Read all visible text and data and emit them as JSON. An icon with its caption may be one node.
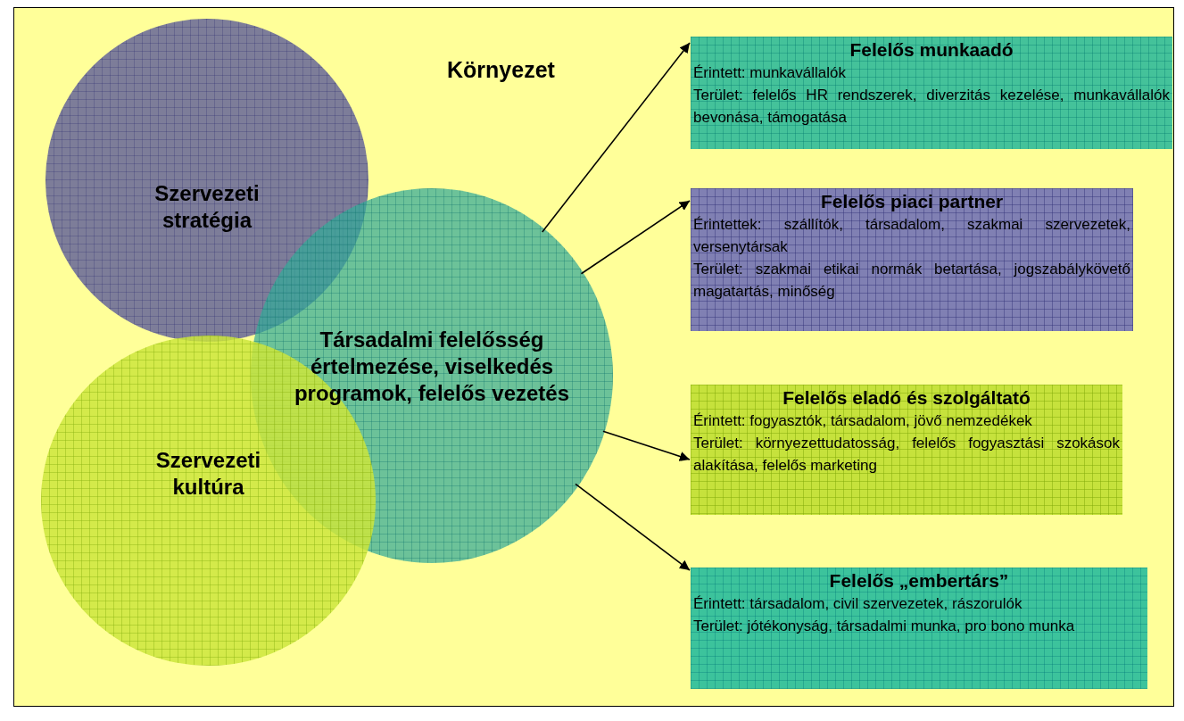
{
  "diagram": {
    "nodes": [
      {
        "text": [
          "Környezet"
        ]
      },
      {
        "text": [
          "Szervezeti stratégia"
        ],
        "in": 0
      },
      {
        "text": [
          "Társadalmi felelősség értelmezése, viselkedés programok, felelős vezetés"
        ],
        "in": 0
      },
      {
        "text": [
          "Szervezeti kultúra"
        ],
        "in": 0
      },
      {
        "text": [
          "Felelős munkaadó",
          "Érintett: munkavállalók",
          "Terület: felelős HR rendszerek, diverzitás kezelése, munkavállalók bevonása, támogatása"
        ],
        "in": 0
      },
      {
        "text": [
          "Felelős piaci partner",
          "Érintettek: szállítók, társadalom, szakmai szervezetek, versenytársak",
          "Terület: szakmai etikai normák betartása, jogszabálykövető magatartás, minőség"
        ],
        "in": 0
      },
      {
        "text": [
          "Felelős eladó és szolgáltató",
          "Érintett: fogyasztók, társadalom, jövő nemzedékek",
          "Terület: környezettudatosság, felelős fogyasztási szokások alakítása, felelős marketing"
        ],
        "in": 0
      },
      {
        "text": [
          "Felelős „embertárs”",
          "Érintett: társadalom, civil szervezetek, rászorulók",
          "Terület: jótékonyság, társadalmi munka, pro bono munka"
        ],
        "in": 0
      }
    ],
    "edges": [
      {
        "from": 2,
        "to": 4,
        "arrow": "to"
      },
      {
        "from": 2,
        "to": 5,
        "arrow": "to"
      },
      {
        "from": 2,
        "to": 6,
        "arrow": "to"
      },
      {
        "from": 2,
        "to": 7,
        "arrow": "to"
      }
    ]
  }
}
